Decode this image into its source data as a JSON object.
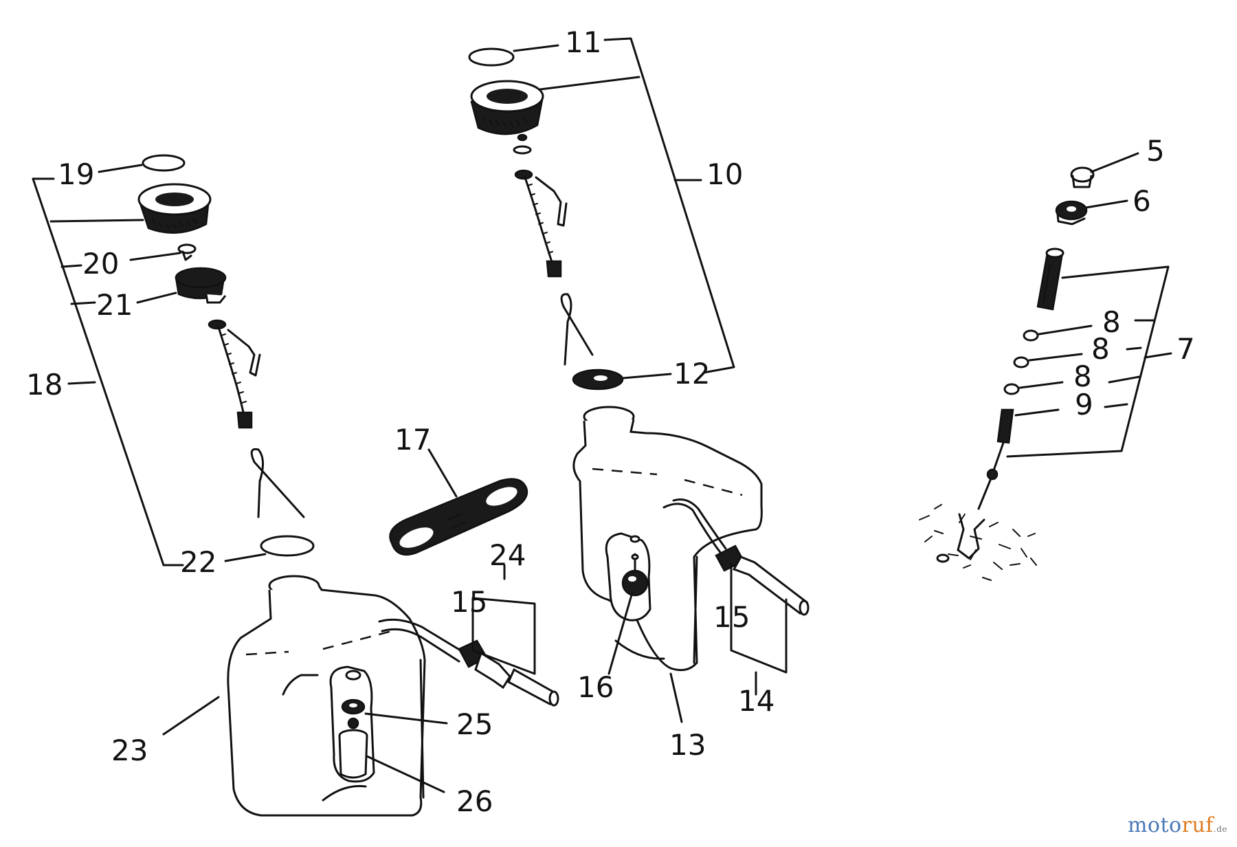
{
  "diagram": {
    "labels": {
      "p5": "5",
      "p6": "6",
      "p7": "7",
      "p8a": "8",
      "p8b": "8",
      "p8c": "8",
      "p9": "9",
      "p10": "10",
      "p11": "11",
      "p12": "12",
      "p13": "13",
      "p14": "14",
      "p15a": "15",
      "p15b": "15",
      "p16": "16",
      "p17": "17",
      "p18": "18",
      "p19": "19",
      "p20": "20",
      "p21": "21",
      "p22": "22",
      "p23": "23",
      "p24": "24",
      "p25": "25",
      "p26": "26"
    }
  },
  "watermark": {
    "part_a": "moto",
    "part_b": "ruf",
    "part_c": "",
    "suffix": ".de"
  },
  "colors": {
    "ink": "#111111",
    "watermark_blue": "#4a78b8",
    "watermark_orange": "#e07b20"
  }
}
